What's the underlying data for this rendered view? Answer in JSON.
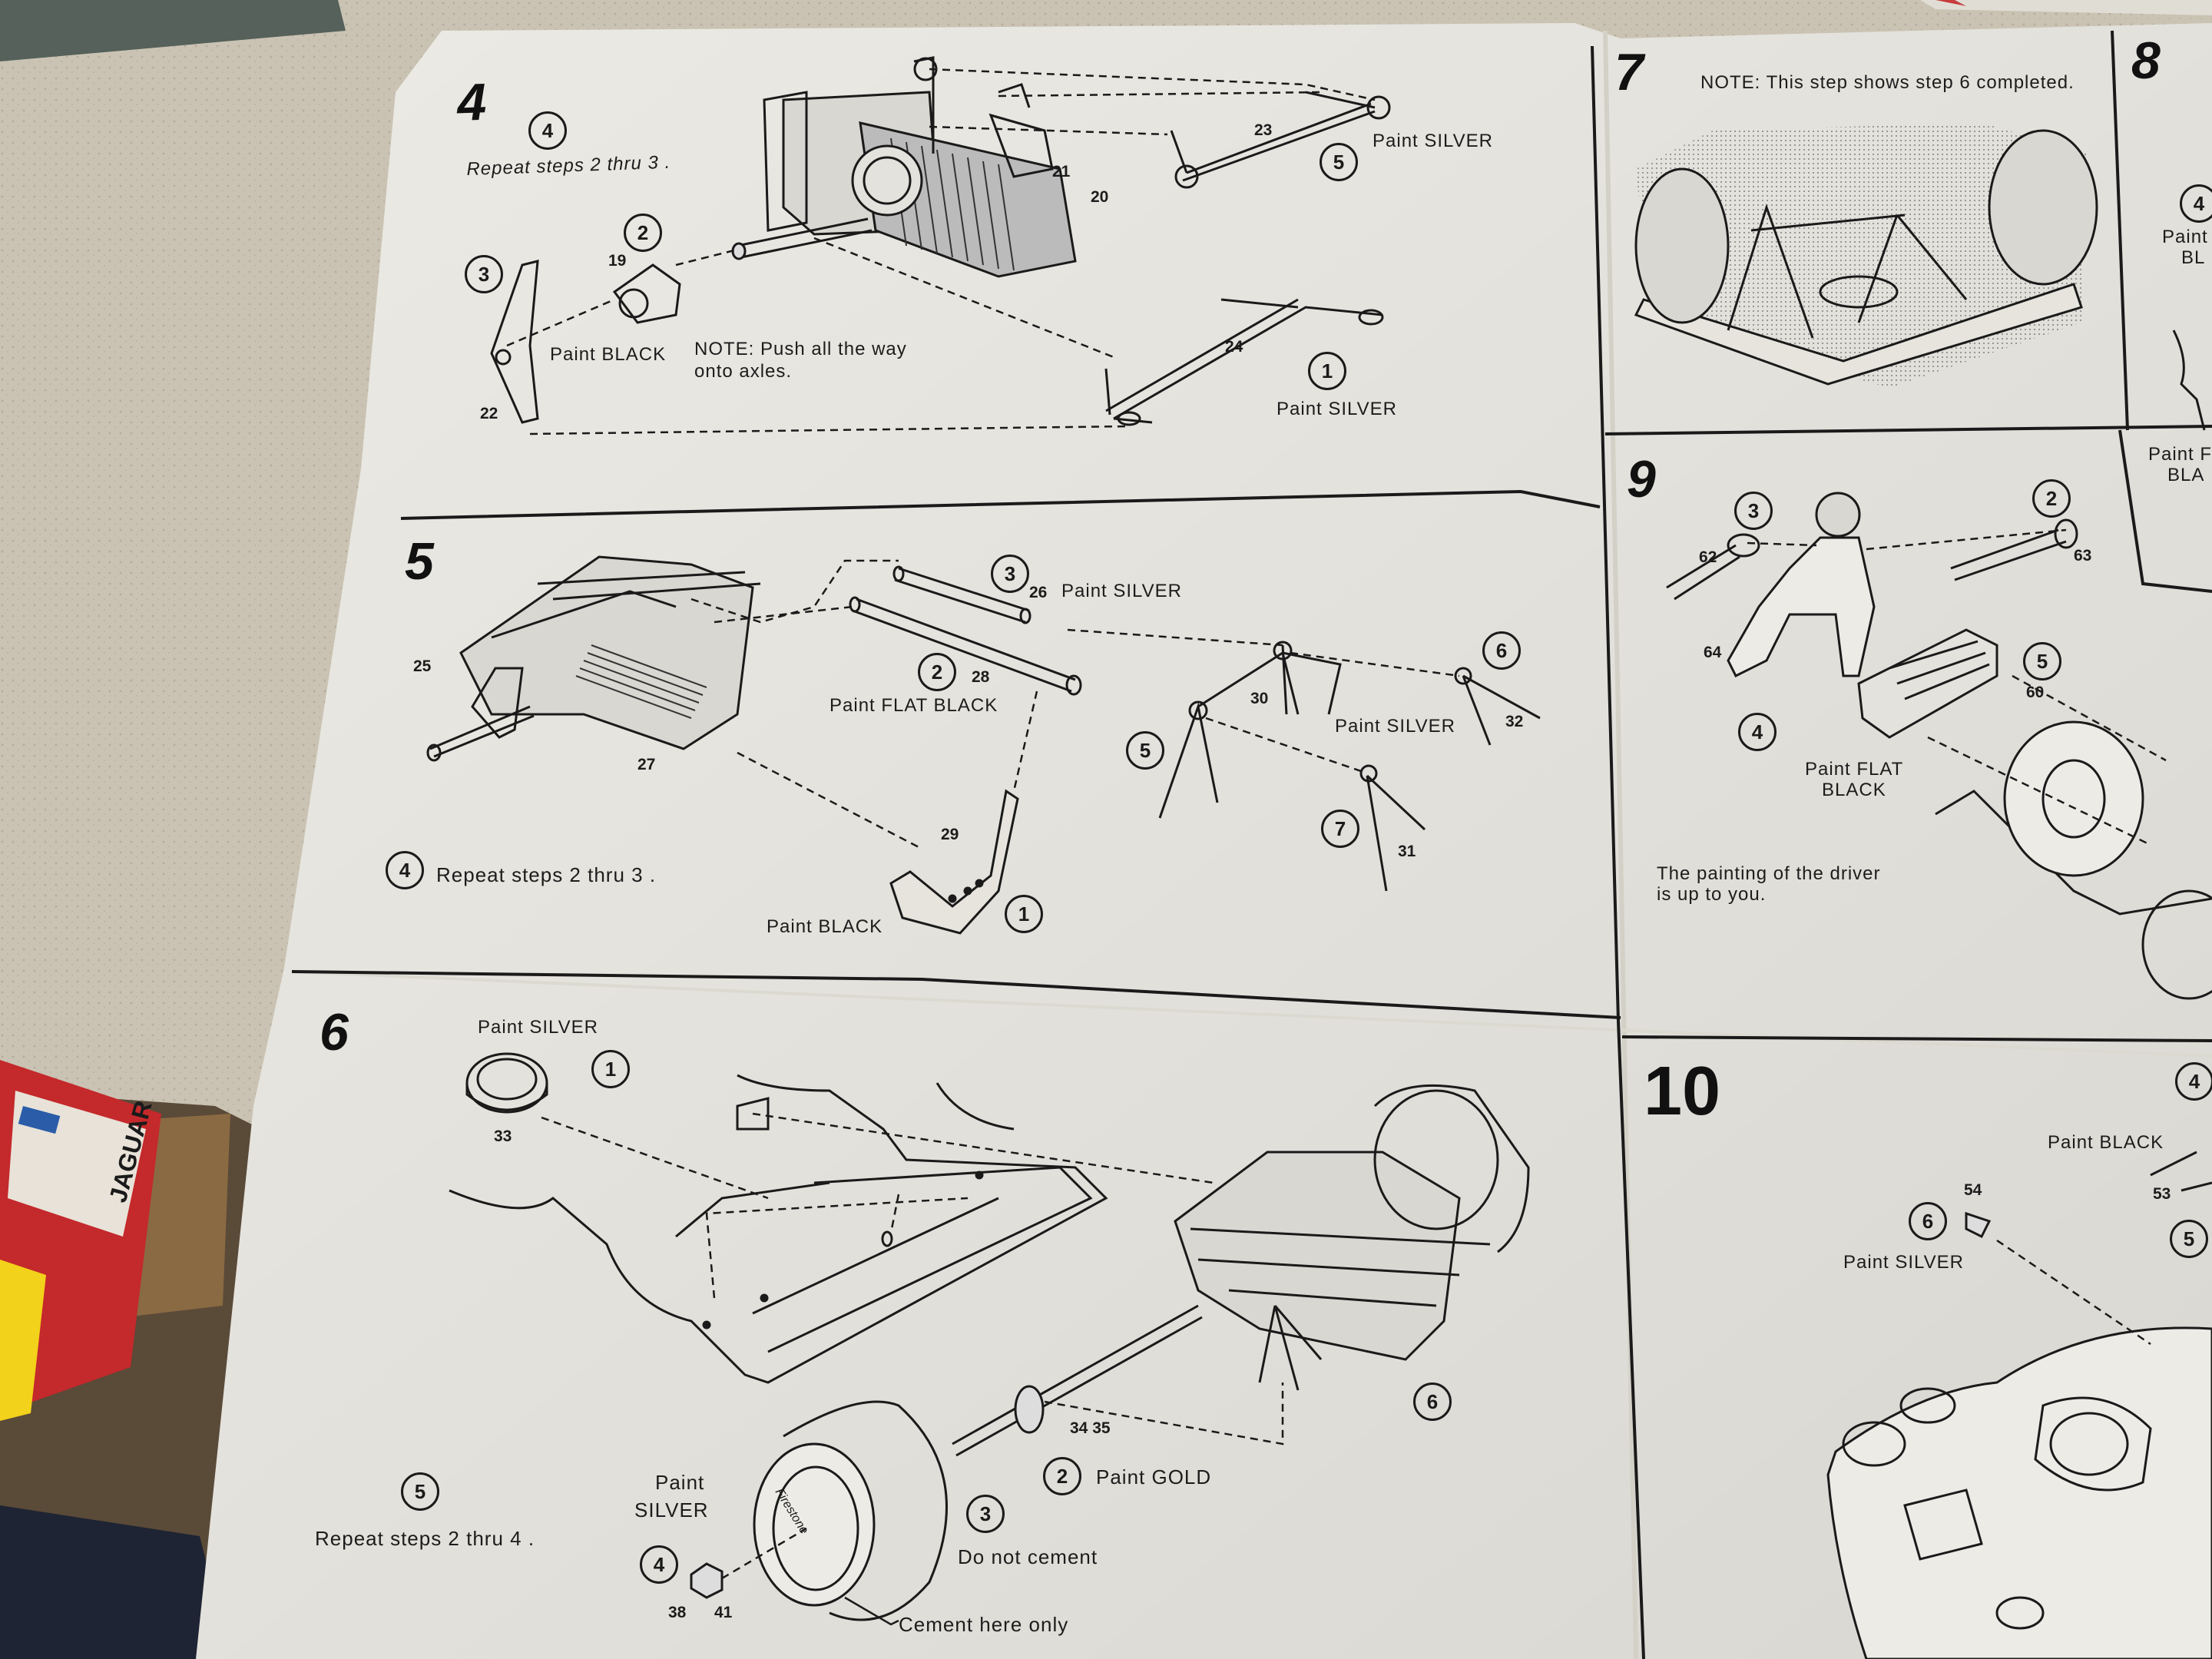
{
  "steps": {
    "s4": {
      "number": "4",
      "repeat": "Repeat steps  2  thru  3 .",
      "paint_silver_top": "Paint SILVER",
      "paint_black": "Paint BLACK",
      "note": "NOTE: Push all the way",
      "note2": "onto axles.",
      "paint_silver_bottom": "Paint SILVER",
      "parts": [
        "23",
        "21",
        "20",
        "19",
        "24",
        "22"
      ],
      "circles": [
        "4",
        "2",
        "3",
        "5",
        "1"
      ]
    },
    "s5": {
      "number": "5",
      "paint_silver_26": "Paint SILVER",
      "paint_flat_black": "Paint FLAT BLACK",
      "paint_silver_right": "Paint SILVER",
      "paint_black": "Paint BLACK",
      "repeat": "Repeat steps  2  thru  3 .",
      "parts": [
        "26",
        "28",
        "25",
        "27",
        "30",
        "32",
        "29",
        "31"
      ],
      "circles": [
        "3",
        "2",
        "6",
        "5",
        "7",
        "4",
        "1"
      ]
    },
    "s6": {
      "number": "6",
      "paint_silver": "Paint SILVER",
      "paint_silver2a": "Paint",
      "paint_silver2b": "SILVER",
      "paint_gold": "Paint GOLD",
      "do_not_cement": "Do not cement",
      "cement_here": "Cement here only",
      "repeat": "Repeat steps  2  thru  4 .",
      "parts": [
        "33",
        "34  35",
        "38",
        "41"
      ],
      "circles": [
        "1",
        "6",
        "2",
        "3",
        "5",
        "4"
      ],
      "tire_brand": "Firestone"
    },
    "s7": {
      "number": "7",
      "note": "NOTE: This step shows step 6 completed."
    },
    "s8": {
      "number": "8",
      "paint_a": "Paint",
      "bla_a": "BL",
      "paint_b": "Paint F",
      "bla_b": "BLA",
      "circle": "4"
    },
    "s9": {
      "number": "9",
      "paint_flat_black_a": "Paint FLAT",
      "paint_flat_black_b": "BLACK",
      "driver_note_a": "The painting of the driver",
      "driver_note_b": "is up to you.",
      "parts": [
        "62",
        "63",
        "64",
        "60"
      ],
      "circles": [
        "3",
        "2",
        "5",
        "4"
      ]
    },
    "s10": {
      "number": "10",
      "paint_black": "Paint BLACK",
      "paint_silver": "Paint SILVER",
      "parts": [
        "54",
        "53"
      ],
      "circles": [
        "4",
        "6",
        "5"
      ]
    }
  },
  "box_label": "JAGUAR",
  "colors": {
    "paper": "#ecebe6",
    "ink": "#1a1a1a",
    "counter": "#c8c1b1",
    "box_red": "#c4292b"
  }
}
